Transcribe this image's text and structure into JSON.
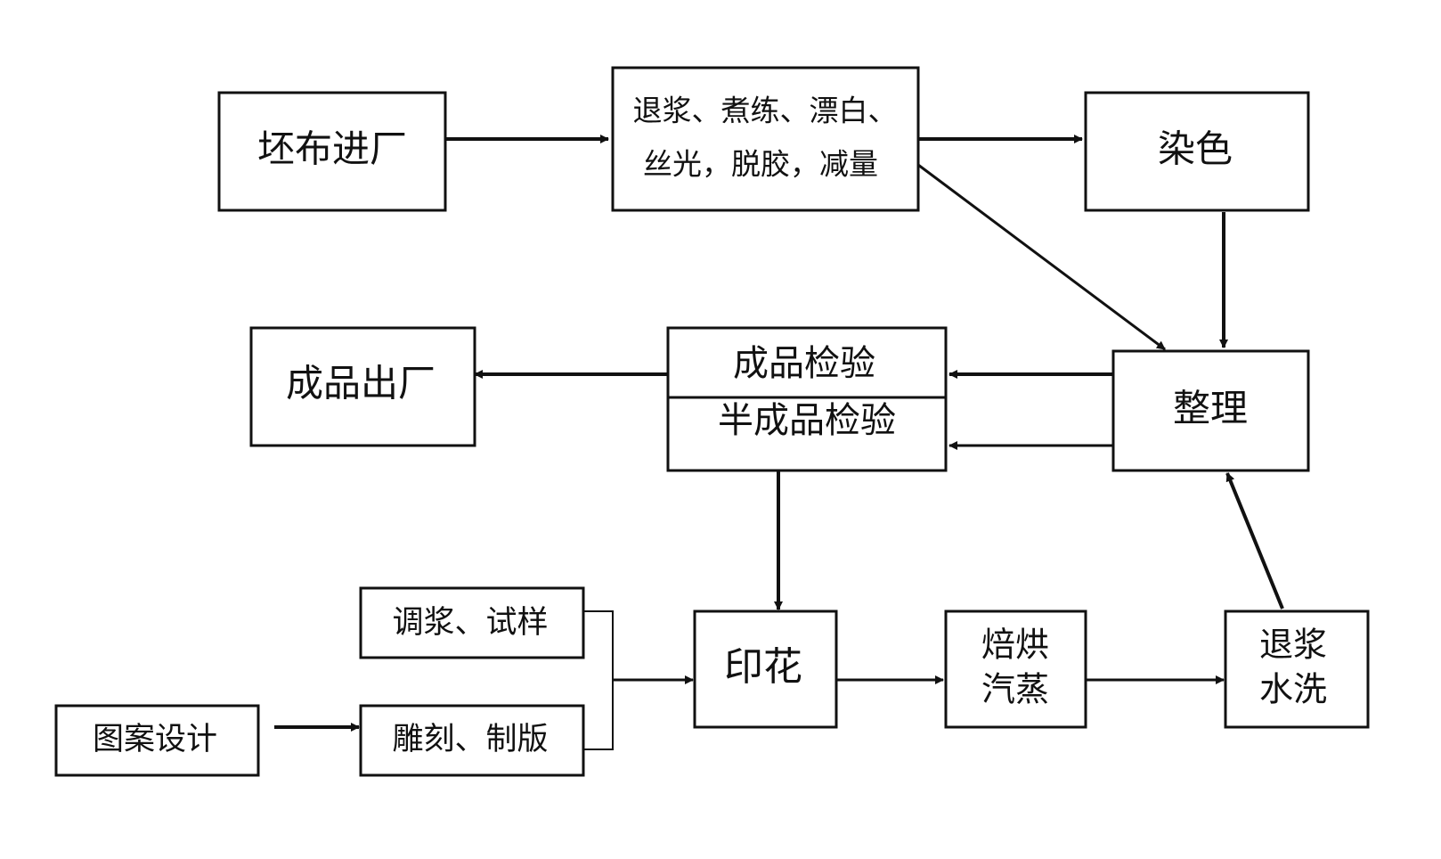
{
  "nodes": {
    "pibu": {
      "label": "坯布进厂"
    },
    "pretreat": {
      "line1": "退浆、煮练、漂白、",
      "line2": "丝光，脱胶，减量"
    },
    "dye": {
      "label": "染色"
    },
    "finish": {
      "label": "整理"
    },
    "inspect_final": {
      "label": "成品检验"
    },
    "inspect_semi": {
      "label": "半成品检验"
    },
    "output": {
      "label": "成品出厂"
    },
    "print": {
      "label": "印花"
    },
    "bake": {
      "line1": "焙烘",
      "line2": "汽蒸"
    },
    "wash": {
      "line1": "退浆",
      "line2": "水洗"
    },
    "paste": {
      "label": "调浆、试样"
    },
    "design": {
      "label": "图案设计"
    },
    "engrave": {
      "label": "雕刻、制版"
    }
  },
  "colors": {
    "stroke": "#111111",
    "background": "#ffffff"
  }
}
